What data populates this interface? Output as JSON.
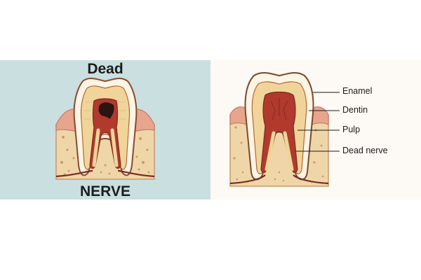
{
  "left_panel": {
    "caption_top": "Dead",
    "caption_bottom": "NERVE"
  },
  "right_panel": {
    "labels": {
      "enamel": "Enamel",
      "dentin": "Dentin",
      "pulp": "Pulp",
      "dead_nerve": "Dead nerve"
    }
  },
  "colors": {
    "left_background": "#c9dfe0",
    "right_background": "#fdf9f4",
    "enamel": "#fcf4e4",
    "dentin": "#f1d49a",
    "gum": "#e8a58e",
    "bone": "#efd6a8",
    "pulp": "#b13a2c",
    "nerve": "#7a2a22",
    "decay": "#2a1512"
  }
}
